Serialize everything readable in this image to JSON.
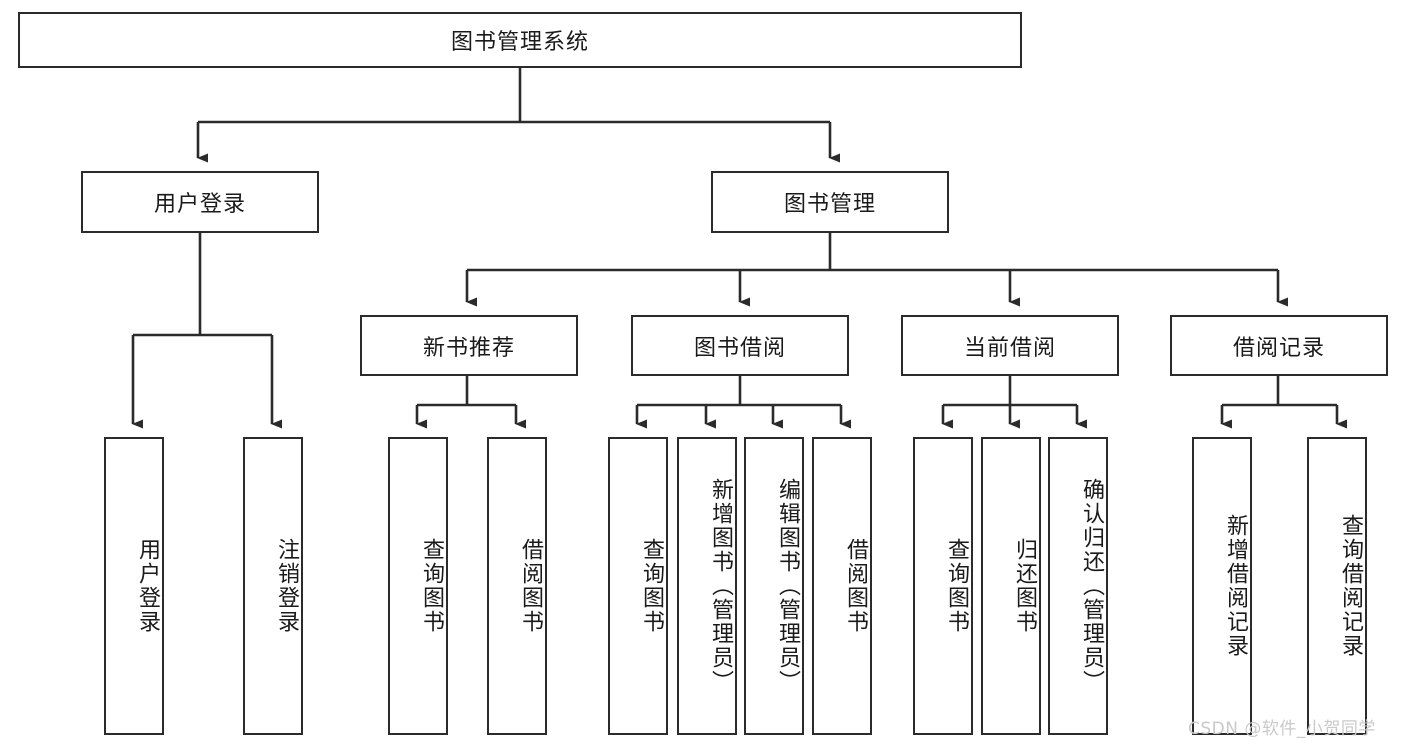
{
  "diagram": {
    "type": "hierarchy-tree",
    "title": "图书管理系统",
    "levels": 4,
    "root": {
      "id": "root",
      "label": "图书管理系统",
      "children": [
        {
          "id": "user-login",
          "label": "用户登录",
          "children": [
            {
              "id": "user-login-do",
              "label": "用户登录"
            },
            {
              "id": "user-logout",
              "label": "注销登录"
            }
          ]
        },
        {
          "id": "book-management",
          "label": "图书管理",
          "children": [
            {
              "id": "new-book-recommend",
              "label": "新书推荐",
              "children": [
                {
                  "id": "query-book-1",
                  "label": "查询图书"
                },
                {
                  "id": "borrow-book-1",
                  "label": "借阅图书"
                }
              ]
            },
            {
              "id": "book-borrow",
              "label": "图书借阅",
              "children": [
                {
                  "id": "query-book-2",
                  "label": "查询图书"
                },
                {
                  "id": "add-book",
                  "label": "新增图书（管理员）"
                },
                {
                  "id": "edit-book",
                  "label": "编辑图书（管理员）"
                },
                {
                  "id": "borrow-book-2",
                  "label": "借阅图书"
                }
              ]
            },
            {
              "id": "current-borrow",
              "label": "当前借阅",
              "children": [
                {
                  "id": "query-book-3",
                  "label": "查询图书"
                },
                {
                  "id": "return-book",
                  "label": "归还图书"
                },
                {
                  "id": "confirm-return",
                  "label": "确认归还（管理员）"
                }
              ]
            },
            {
              "id": "borrow-record",
              "label": "借阅记录",
              "children": [
                {
                  "id": "add-borrow-record",
                  "label": "新增借阅记录"
                },
                {
                  "id": "query-borrow-record",
                  "label": "查询借阅记录"
                }
              ]
            }
          ]
        }
      ]
    }
  },
  "nodes": {
    "root": {
      "label": "图书管理系统"
    },
    "user_login": {
      "label": "用户登录"
    },
    "book_management": {
      "label": "图书管理"
    },
    "new_book_recommend": {
      "label": "新书推荐"
    },
    "book_borrow": {
      "label": "图书借阅"
    },
    "current_borrow": {
      "label": "当前借阅"
    },
    "borrow_record": {
      "label": "借阅记录"
    },
    "leaf_user_login": {
      "label": "用户登录"
    },
    "leaf_user_logout": {
      "label": "注销登录"
    },
    "leaf_query_book_1": {
      "label": "查询图书"
    },
    "leaf_borrow_book_1": {
      "label": "借阅图书"
    },
    "leaf_query_book_2": {
      "label": "查询图书"
    },
    "leaf_add_book": {
      "label": "新增图书（管理员）"
    },
    "leaf_edit_book": {
      "label": "编辑图书（管理员）"
    },
    "leaf_borrow_book_2": {
      "label": "借阅图书"
    },
    "leaf_query_book_3": {
      "label": "查询图书"
    },
    "leaf_return_book": {
      "label": "归还图书"
    },
    "leaf_confirm_return": {
      "label": "确认归还（管理员）"
    },
    "leaf_add_borrow_record": {
      "label": "新增借阅记录"
    },
    "leaf_query_borrow_record": {
      "label": "查询借阅记录"
    }
  },
  "watermark": {
    "text": "CSDN @软件_小贺同学"
  },
  "colors": {
    "border": "#2b2b2b",
    "text": "#1a1a1a",
    "background": "#ffffff",
    "connector": "#2b2b2b",
    "watermark": "#c9c9c9"
  }
}
